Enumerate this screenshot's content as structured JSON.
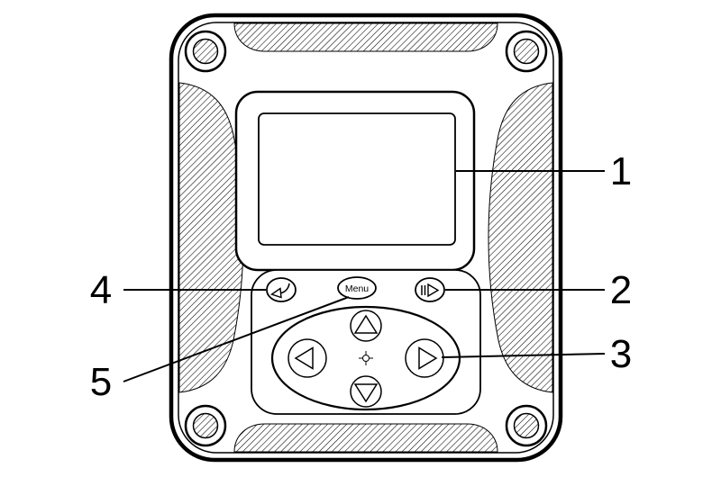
{
  "colors": {
    "line": "#000000",
    "background": "#ffffff"
  },
  "keypad": {
    "back_button": {
      "icon": "return-arrow-icon"
    },
    "menu_button": {
      "label": "Menu"
    },
    "enter_button": {
      "icon": "next-arrow-icon"
    },
    "dpad": {
      "up_button": {
        "icon": "up-triangle-icon"
      },
      "down_button": {
        "icon": "down-triangle-icon"
      },
      "left_button": {
        "icon": "left-triangle-icon"
      },
      "right_button": {
        "icon": "right-triangle-icon"
      },
      "center": {
        "icon": "crosshair-icon"
      }
    }
  },
  "callouts": [
    {
      "label": "1"
    },
    {
      "label": "2"
    },
    {
      "label": "3"
    },
    {
      "label": "4"
    },
    {
      "label": "5"
    }
  ]
}
